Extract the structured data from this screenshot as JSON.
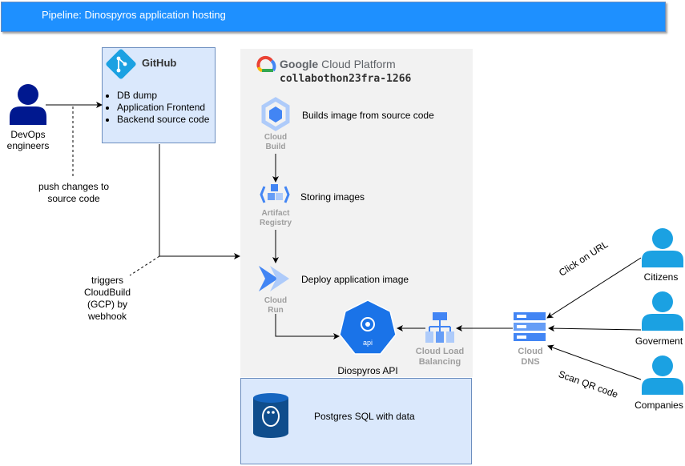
{
  "banner": {
    "title": "Pipeline: Dinospyros application hosting"
  },
  "gcp": {
    "brand_bold": "Google",
    "brand_rest": " Cloud Platform",
    "project": "collabothon23fra-1266"
  },
  "github": {
    "title": "GitHub",
    "items": [
      "DB dump",
      "Application Frontend",
      "Backend source code"
    ]
  },
  "actors": {
    "devops": "DevOps engineers",
    "citizens": "Citizens",
    "goverment": "Goverment",
    "companies": "Companies"
  },
  "notes": {
    "push": "push changes to source code",
    "triggers": "triggers CloudBuild (GCP) by webhook"
  },
  "services": {
    "cloud_build": {
      "name": "Cloud Build",
      "desc": "Builds image from source code"
    },
    "artifact_registry": {
      "name": "Artifact Registry",
      "desc": "Storing images"
    },
    "cloud_run": {
      "name": "Cloud Run",
      "desc": "Deploy application image"
    },
    "api": {
      "badge": "api",
      "name": "Diospyros API"
    },
    "load_balancing": {
      "name": "Cloud Load Balancing"
    },
    "dns": {
      "name": "Cloud DNS"
    },
    "postgres": {
      "desc": "Postgres SQL with data"
    }
  },
  "edges": {
    "click_url": "Click on URL",
    "scan_qr": "Scan QR code"
  },
  "colors": {
    "banner": "#1E90FF",
    "box_fill": "#dae8fc",
    "box_border": "#6c8ebf",
    "person_dark": "#00188F",
    "person_light": "#1BA1E2",
    "gcp_blue": "#4285F4",
    "panel": "#f2f2f2"
  }
}
